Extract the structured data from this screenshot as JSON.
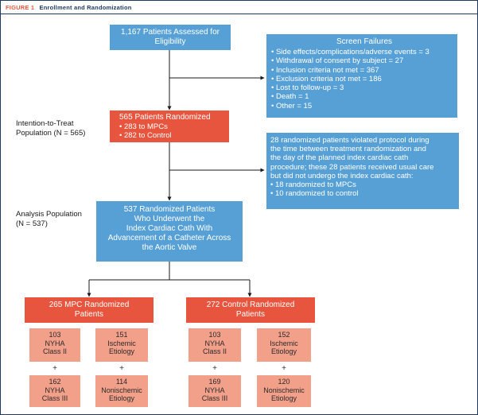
{
  "figure": {
    "label": "FIGURE 1",
    "title": "Enrollment and Randomization"
  },
  "assessed": {
    "line1": "1,167 Patients Assessed for",
    "line2": "Eligibility"
  },
  "screen_failures": {
    "title": "Screen Failures",
    "items": [
      "Side effects/complications/adverse events = 3",
      "Withdrawal of consent by subject = 27",
      "Inclusion criteria not met = 367",
      "Exclusion criteria not met = 186",
      "Lost to follow-up = 3",
      "Death = 1",
      "Other = 15"
    ]
  },
  "itt_label": {
    "line1": "Intention-to-Treat",
    "line2": "Population (N = 565)"
  },
  "randomized": {
    "title": "565 Patients Randomized",
    "items": [
      "283 to MPCs",
      "282 to Control"
    ]
  },
  "protocol_violation": {
    "lines": [
      "28 randomized patients violated protocol during",
      "the time between treatment randomization and",
      "the day of the planned index cardiac cath",
      "procedure; these 28 patients received usual care",
      "but did not undergo the index cardiac cath:"
    ],
    "items": [
      "18 randomized to MPCs",
      "10 randomized to control"
    ]
  },
  "analysis_label": {
    "line1": "Analysis Population",
    "line2": "(N = 537)"
  },
  "analysis": {
    "lines": [
      "537 Randomized Patients",
      "Who Underwent the",
      "Index Cardiac Cath With",
      "Advancement of a Catheter Across",
      "the Aortic Valve"
    ]
  },
  "mpc_group": {
    "line1": "265 MPC Randomized",
    "line2": "Patients",
    "nyha2": [
      "103",
      "NYHA",
      "Class II"
    ],
    "ischemic": [
      "151",
      "Ischemic",
      "Etiology"
    ],
    "nyha3": [
      "162",
      "NYHA",
      "Class III"
    ],
    "nonischemic": [
      "114",
      "Nonischemic",
      "Etiology"
    ]
  },
  "control_group": {
    "line1": "272 Control Randomized",
    "line2": "Patients",
    "nyha2": [
      "103",
      "NYHA",
      "Class II"
    ],
    "ischemic": [
      "152",
      "Ischemic",
      "Etiology"
    ],
    "nyha3": [
      "169",
      "NYHA",
      "Class III"
    ],
    "nonischemic": [
      "120",
      "Nonischemic",
      "Etiology"
    ]
  },
  "plus_sign": "+",
  "colors": {
    "blue": "#56a0d6",
    "red": "#e8553e",
    "salmon": "#f3a08a",
    "navy": "#1e3a5f"
  }
}
